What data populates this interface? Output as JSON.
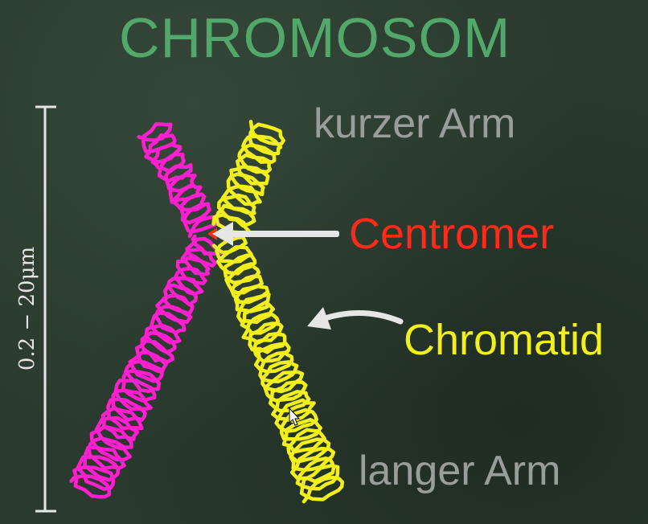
{
  "title": "CHROMOSOM",
  "labels": {
    "short_arm": "kurzer Arm",
    "centromere": "Centromer",
    "chromatid": "Chromatid",
    "long_arm": "langer Arm"
  },
  "scale": "0.2 − 20μm",
  "colors": {
    "background": "#2a3a2e",
    "title": "#52a86a",
    "chromatid_left": "#ff1fd0",
    "chromatid_right": "#f2ef1d",
    "centromere": "#ff2a1a",
    "arm_labels": "#9a9e9b",
    "arrows": "#e6e6e6"
  }
}
